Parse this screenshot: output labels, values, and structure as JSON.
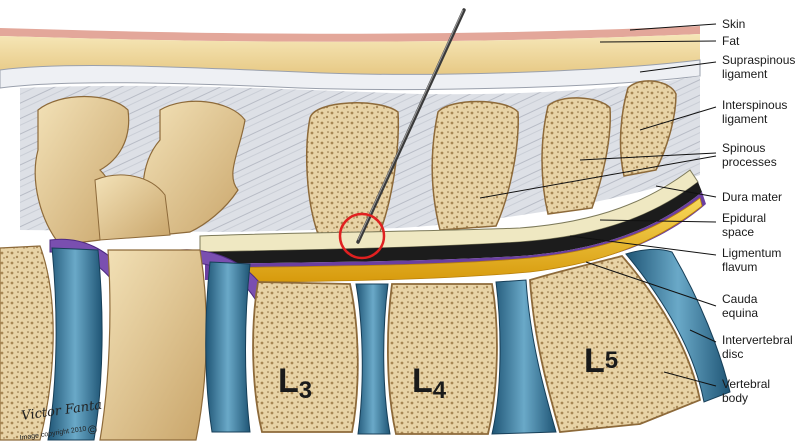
{
  "labels": {
    "skin": "Skin",
    "fat": "Fat",
    "supraspinous_1": "Supraspinous",
    "supraspinous_2": "ligament",
    "interspinous_1": "Interspinous",
    "interspinous_2": "ligament",
    "spinous_1": "Spinous",
    "spinous_2": "processes",
    "dura": "Dura mater",
    "epidural_1": "Epidural",
    "epidural_2": "space",
    "ligamentum_1": "Ligmentum",
    "ligamentum_2": "flavum",
    "cauda_1": "Cauda",
    "cauda_2": "equina",
    "disc_1": "Intervertebral",
    "disc_2": "disc",
    "body_1": "Vertebral",
    "body_2": "body"
  },
  "vertebrae": {
    "l3_letter": "L",
    "l3_num": "3",
    "l4_letter": "L",
    "l4_num": "4",
    "l5_letter": "L",
    "l5_num": "5"
  },
  "credit": {
    "signature": "Victor Fanta",
    "copyright": "Image copyright 2010",
    "copyright_symbol": "©"
  },
  "colors": {
    "bone": "#e8d3a6",
    "bone_shadow": "#b89560",
    "disc": "#3f7fa3",
    "ligament": "#d9dde3",
    "skin": "#e3a79a",
    "fat": "#f1dca6",
    "nerve": "#f3c21a",
    "dura": "#6b3fa0",
    "highlight_circle": "#e02020"
  }
}
